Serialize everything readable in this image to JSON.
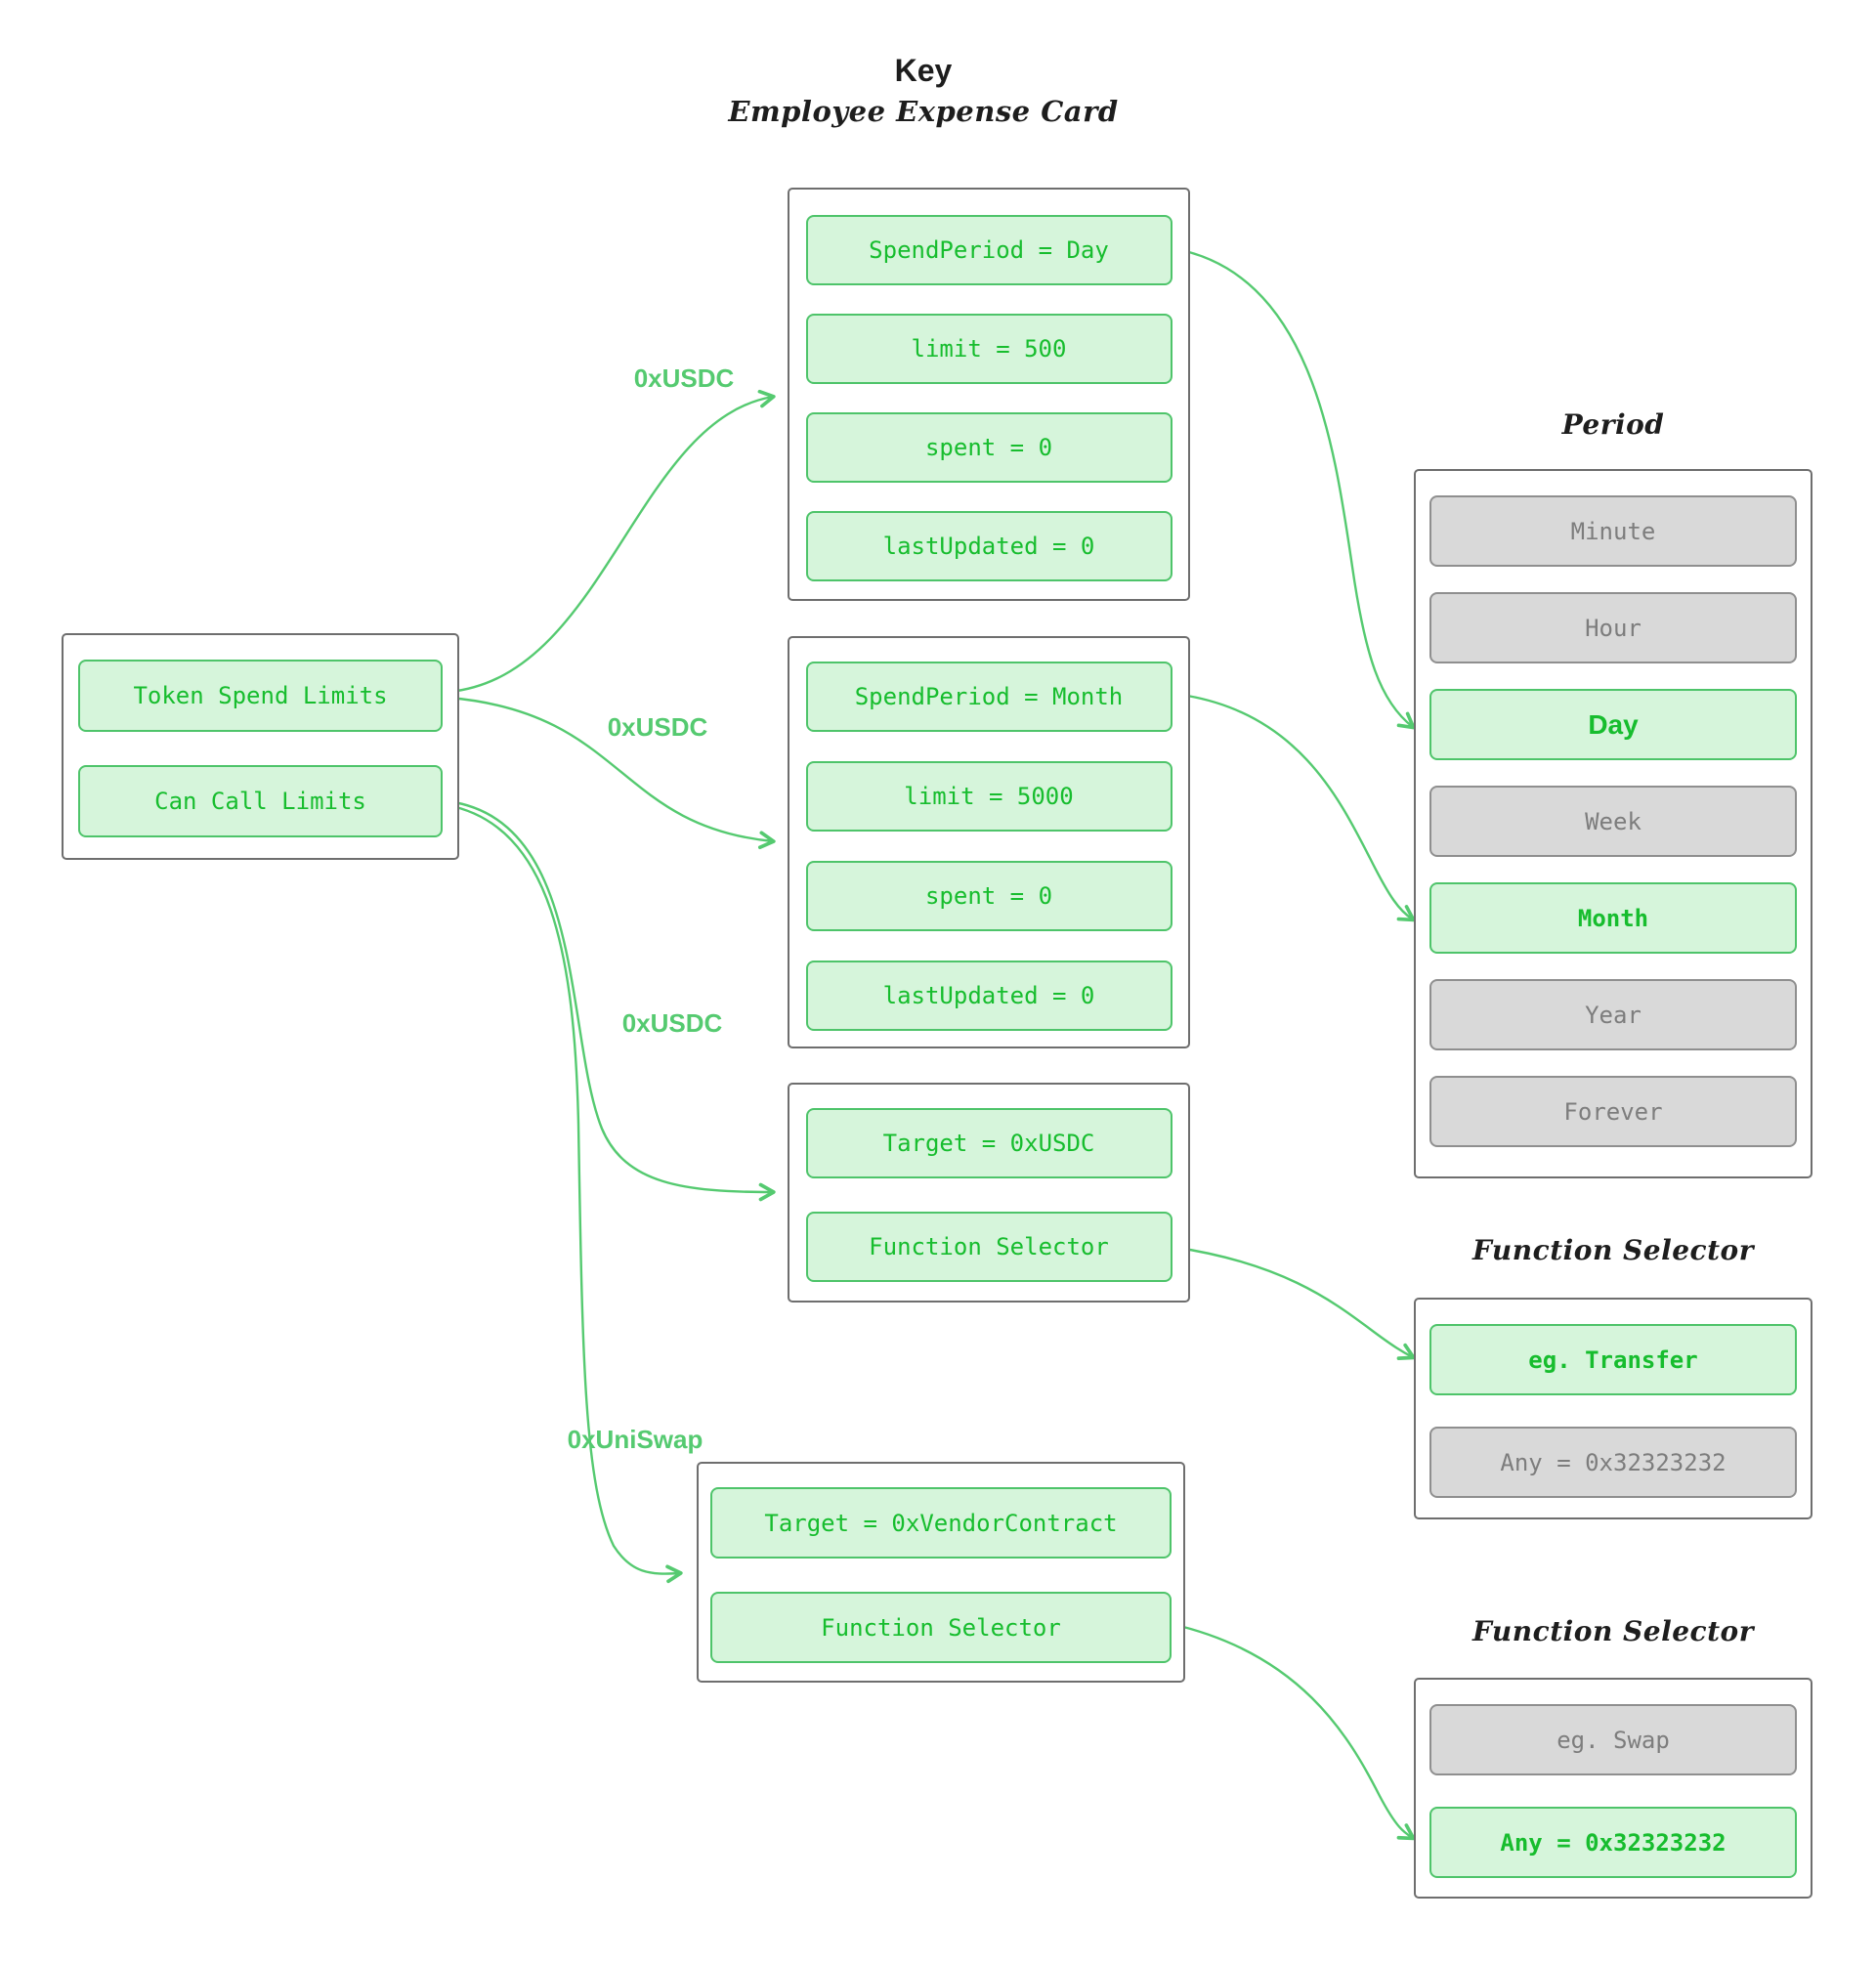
{
  "title": "Key",
  "subtitle": "Employee Expense Card",
  "colors": {
    "green_text": "#17bd2e",
    "green_border": "#4ec46a",
    "green_fill": "#d6f5db",
    "gray_text": "#7d7d7d",
    "gray_border": "#8f8f8f",
    "gray_fill": "#d9d9d9",
    "arrow": "#55ca70",
    "panel_border": "#6e6e6e"
  },
  "left_panel": {
    "items": [
      {
        "label": "Token Spend Limits"
      },
      {
        "label": "Can Call Limits"
      }
    ]
  },
  "cards": [
    {
      "name": "daily-usdc-spend-limit",
      "rows": [
        {
          "label": "SpendPeriod = Day"
        },
        {
          "label": "limit = 500"
        },
        {
          "label": "spent = 0"
        },
        {
          "label": "lastUpdated = 0"
        }
      ]
    },
    {
      "name": "monthly-usdc-spend-limit",
      "rows": [
        {
          "label": "SpendPeriod = Month"
        },
        {
          "label": "limit = 5000"
        },
        {
          "label": "spent = 0"
        },
        {
          "label": "lastUpdated = 0"
        }
      ]
    },
    {
      "name": "usdc-can-call",
      "rows": [
        {
          "label": "Target = 0xUSDC"
        },
        {
          "label": "Function Selector"
        }
      ]
    },
    {
      "name": "vendor-can-call",
      "rows": [
        {
          "label": "Target = 0xVendorContract"
        },
        {
          "label": "Function Selector"
        }
      ]
    }
  ],
  "edges": [
    {
      "label": "0xUSDC"
    },
    {
      "label": "0xUSDC"
    },
    {
      "label": "0xUSDC"
    },
    {
      "label": "0xUniSwap"
    }
  ],
  "period_panel": {
    "heading": "Period",
    "items": [
      {
        "label": "Minute",
        "state": "gray"
      },
      {
        "label": "Hour",
        "state": "gray"
      },
      {
        "label": "Day",
        "state": "green",
        "font": "sans",
        "strong": true
      },
      {
        "label": "Week",
        "state": "gray"
      },
      {
        "label": "Month",
        "state": "green",
        "strong": true
      },
      {
        "label": "Year",
        "state": "gray"
      },
      {
        "label": "Forever",
        "state": "gray"
      }
    ]
  },
  "function_selector_panels": [
    {
      "heading": "Function Selector",
      "items": [
        {
          "label": "eg. Transfer",
          "state": "green",
          "strong": true
        },
        {
          "label": "Any = 0x32323232",
          "state": "gray"
        }
      ]
    },
    {
      "heading": "Function Selector",
      "items": [
        {
          "label": "eg. Swap",
          "state": "gray"
        },
        {
          "label": "Any = 0x32323232",
          "state": "green",
          "strong": true
        }
      ]
    }
  ]
}
